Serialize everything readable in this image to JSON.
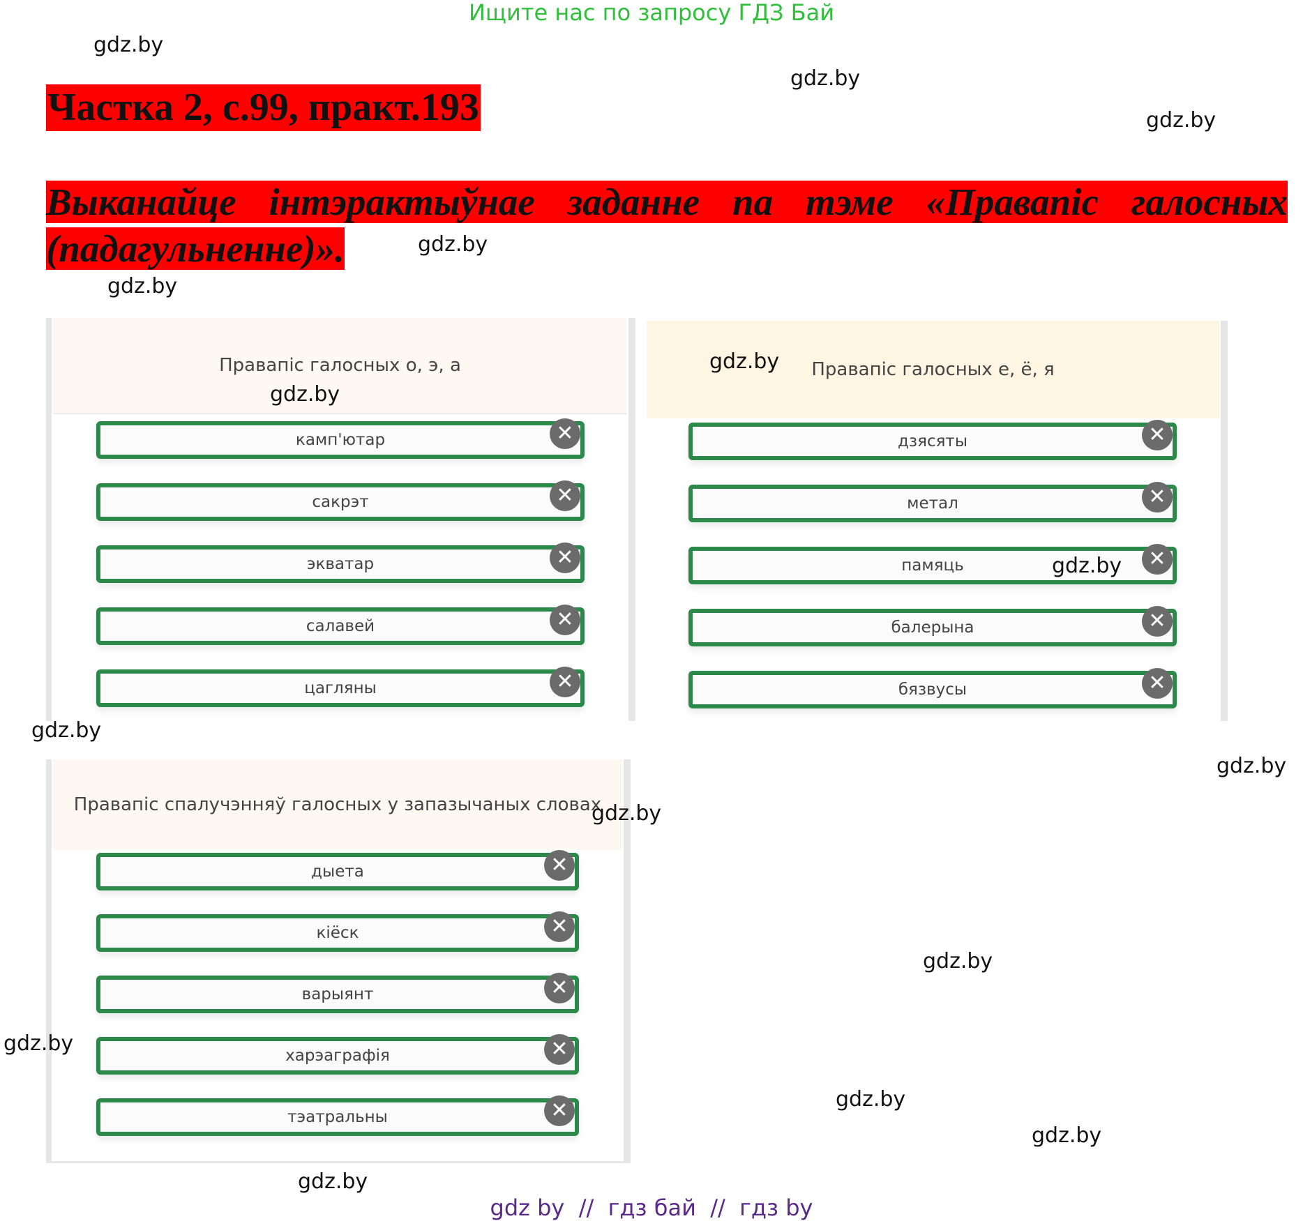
{
  "banner": "Ищите нас по запросу ГДЗ Бай",
  "title": "Частка 2, с.99, практ.193",
  "task": "Выканайце інтэрактыўнае заданне па тэме «Правапіс галосных (падагульненне)».",
  "watermark": "gdz.by",
  "panels": [
    {
      "heading": "Правапіс галосных о, э, а",
      "items": [
        "камп'ютар",
        "сакрэт",
        "экватар",
        "салавей",
        "цагляны"
      ]
    },
    {
      "heading": "Правапіс галосных е, ё, я",
      "items": [
        "дзясяты",
        "метал",
        "памяць",
        "балерына",
        "бязвусы"
      ]
    },
    {
      "heading": "Правапіс спалучэнняў галосных у запазычаных словах",
      "items": [
        "дыета",
        "кіёск",
        "варыянт",
        "харэаграфія",
        "тэатральны"
      ]
    }
  ],
  "close_glyph": "✕",
  "colors": {
    "banner": "#2fbf3a",
    "highlight": "#ff0000",
    "card_border": "#2b8a4a",
    "panel1_head": "#fdf8f1",
    "panel2_head": "#fef5e2",
    "panel3_head": "#fdf8f1",
    "footer": "#5a2a8a"
  },
  "footer": "gdz by  //  гдз бай  //  гдз by",
  "icons": [
    "close-icon"
  ]
}
